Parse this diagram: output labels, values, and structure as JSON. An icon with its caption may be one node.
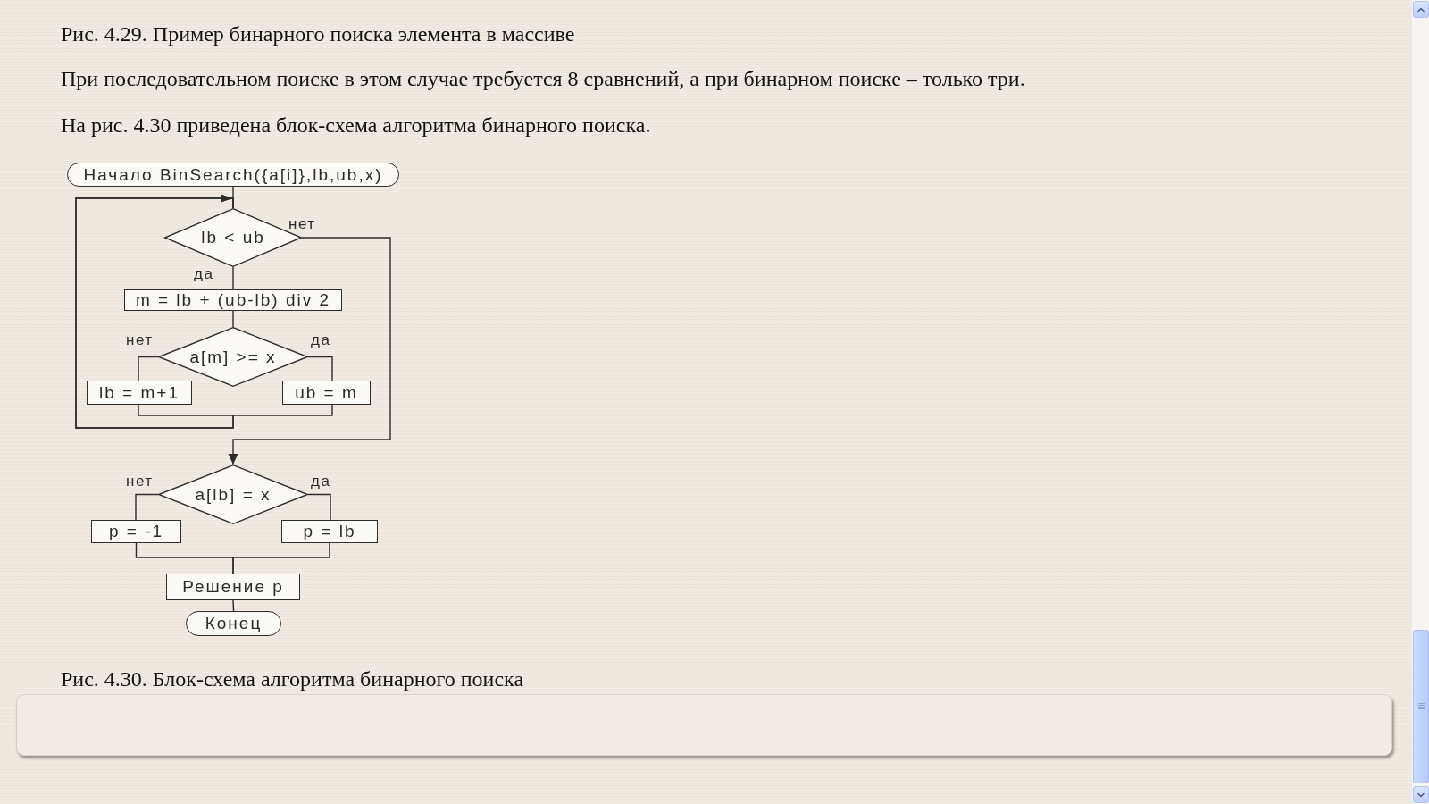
{
  "diagram": {
    "caption": "Рис. 4.30. Блок-схема алгоритма бинарного поиска",
    "nodes": [
      {
        "text": [
          "Начало BinSearch({a[i]},lb,ub,x)"
        ]
      },
      {
        "text": [
          "lb < ub"
        ]
      },
      {
        "text": [
          "m = lb + (ub-lb) div 2"
        ]
      },
      {
        "text": [
          "a[m] >= x"
        ]
      },
      {
        "text": [
          "lb = m+1"
        ]
      },
      {
        "text": [
          "ub = m"
        ]
      },
      {
        "text": [
          "a[lb] = x"
        ]
      },
      {
        "text": [
          "p = -1"
        ]
      },
      {
        "text": [
          "p = lb"
        ]
      },
      {
        "text": [
          "Решение p"
        ]
      },
      {
        "text": [
          "Конец"
        ]
      }
    ],
    "edges": [
      {
        "from": 0,
        "to": 1,
        "arrow": "none"
      },
      {
        "from": 1,
        "to": 2,
        "arrow": "none",
        "label": "да"
      },
      {
        "from": 1,
        "to": 6,
        "arrow": "to",
        "label": "нет"
      },
      {
        "from": 2,
        "to": 3,
        "arrow": "none"
      },
      {
        "from": 3,
        "to": 4,
        "arrow": "none",
        "label": "нет"
      },
      {
        "from": 3,
        "to": 5,
        "arrow": "none",
        "label": "да"
      },
      {
        "from": 4,
        "to": 1,
        "arrow": "to"
      },
      {
        "from": 5,
        "to": 1,
        "arrow": "to"
      },
      {
        "from": 6,
        "to": 7,
        "arrow": "none",
        "label": "нет"
      },
      {
        "from": 6,
        "to": 8,
        "arrow": "none",
        "label": "да"
      },
      {
        "from": 7,
        "to": 9,
        "arrow": "none"
      },
      {
        "from": 8,
        "to": 9,
        "arrow": "none"
      },
      {
        "from": 9,
        "to": 10,
        "arrow": "none"
      }
    ],
    "labels": [
      "Рис. 4.29. Пример бинарного поиска элемента в массиве",
      "При последовательном поиске в этом случае требуется 8 сравнений, а при бинарном поиске – только три.",
      "На рис. 4.30 приведена блок-схема алгоритма бинарного поиска."
    ]
  }
}
